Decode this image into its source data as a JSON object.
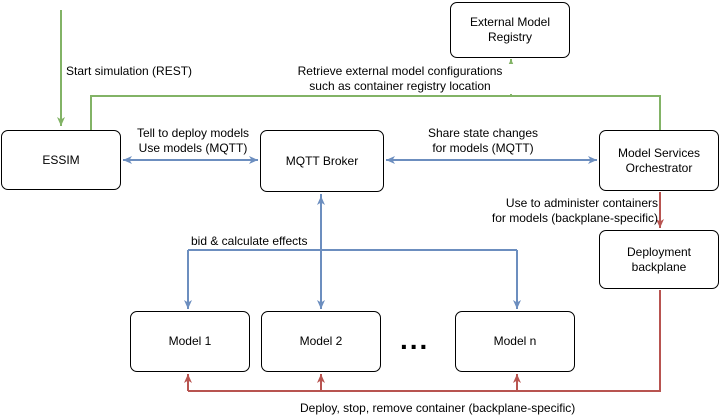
{
  "colors": {
    "green": "#82b366",
    "blue": "#6c8ebf",
    "red": "#b85450"
  },
  "nodes": {
    "essim": "ESSIM",
    "mqtt_broker": "MQTT Broker",
    "external_registry": "External Model\nRegistry",
    "orchestrator": "Model Services\nOrchestrator",
    "deployment_backplane": "Deployment\nbackplane",
    "model_1": "Model 1",
    "model_2": "Model 2",
    "model_n": "Model n",
    "ellipsis": "..."
  },
  "edge_labels": {
    "start_simulation": "Start simulation (REST)",
    "retrieve_configs": "Retrieve external model configurations\nsuch as container registry location",
    "tell_deploy": "Tell to deploy models\nUse models (MQTT)",
    "share_state": "Share state changes\nfor models (MQTT)",
    "administer_containers": "Use to administer containers\nfor models (backplane-specific)",
    "bid_calculate": "bid & calculate effects",
    "deploy_stop_remove": "Deploy, stop, remove container (backplane-specific)"
  }
}
